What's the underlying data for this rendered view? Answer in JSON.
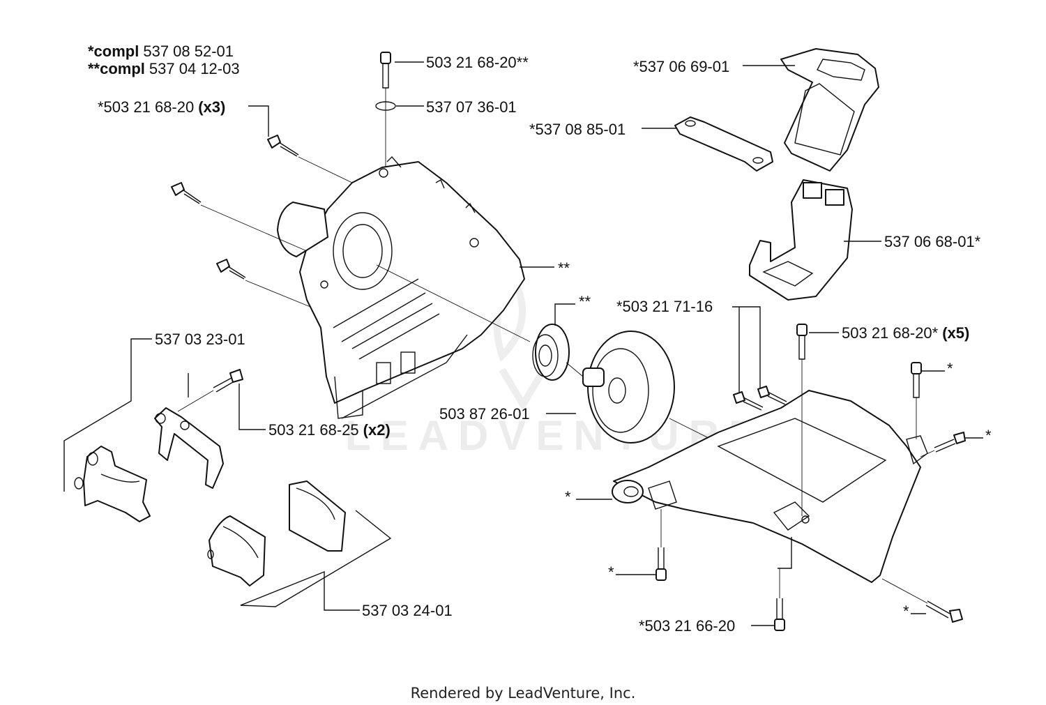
{
  "legend": {
    "line1_prefix": "*compl",
    "line1_number": "537 08 52-01",
    "line2_prefix": "**compl",
    "line2_number": "537 04 12-03"
  },
  "labels": {
    "screw_top": "503 21 68-20**",
    "circlip": "537 07 36-01",
    "screw_x3_number": "*503 21 68-20",
    "screw_x3_qty": "(x3)",
    "gasket_top": "*537 06 69-01",
    "gasket_small": "*537 08 85-01",
    "guide_plate": "537 06 68-01*",
    "bearing_left": "**",
    "bearing_mid": "**",
    "screw_71_16": "*503 21 71-16",
    "screw_x5_number": "503 21 68-20*",
    "screw_x5_qty": "(x5)",
    "clamp_left": "537 03 23-01",
    "screw_x2_number": "503 21 68-25",
    "screw_x2_qty": "(x2)",
    "crankshaft": "503 87 26-01",
    "star_r1": "*",
    "star_r2": "*",
    "star_l1": "*",
    "star_b1": "*",
    "star_b2": "*",
    "clamp_bottom": "537 03 24-01",
    "screw_66_20": "*503 21 66-20"
  },
  "watermark": "LEADVENTURE",
  "footer": "Rendered by LeadVenture, Inc."
}
